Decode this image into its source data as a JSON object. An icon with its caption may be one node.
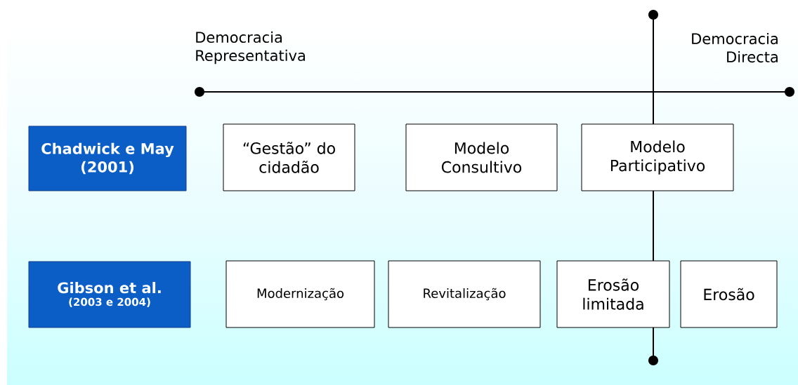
{
  "diagram": {
    "nodes": [
      {
        "text": [
          "Chadwick e May (2001)"
        ]
      },
      {
        "text": [
          "“Gestão” do cidadão"
        ]
      },
      {
        "text": [
          "Modelo Consultivo"
        ]
      },
      {
        "text": [
          "Modelo Participativo"
        ]
      },
      {
        "text": [
          "Gibson et al.",
          "(2003 e 2004)"
        ]
      },
      {
        "text": [
          "Modernização"
        ]
      },
      {
        "text": [
          "Revitalização"
        ]
      },
      {
        "text": [
          "Erosão limitada"
        ]
      },
      {
        "text": [
          "Erosão"
        ]
      }
    ],
    "labels": [
      "Democracia Representativa",
      "Democracia Directa"
    ]
  }
}
